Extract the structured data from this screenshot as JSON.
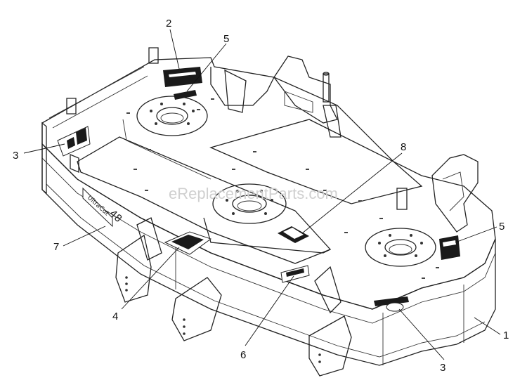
{
  "watermark": "eReplacementParts.com",
  "callouts": [
    {
      "id": "c2",
      "label": "2"
    },
    {
      "id": "c5a",
      "label": "5"
    },
    {
      "id": "c3a",
      "label": "3"
    },
    {
      "id": "c8",
      "label": "8"
    },
    {
      "id": "c5b",
      "label": "5"
    },
    {
      "id": "c7",
      "label": "7"
    },
    {
      "id": "c4",
      "label": "4"
    },
    {
      "id": "c6",
      "label": "6"
    },
    {
      "id": "c1",
      "label": "1"
    },
    {
      "id": "c3b",
      "label": "3"
    }
  ],
  "deck_brand": "UltraCut",
  "deck_size": "48"
}
